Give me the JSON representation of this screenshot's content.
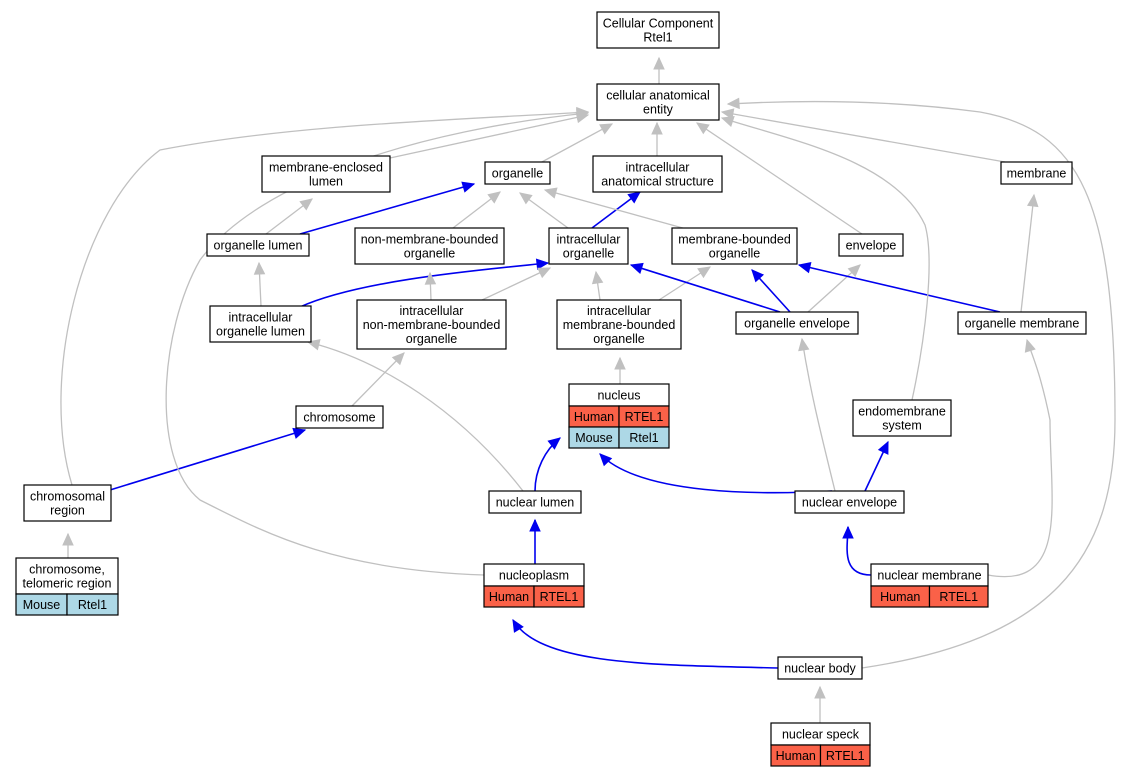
{
  "colors": {
    "human": "#fa6148",
    "mouse": "#add8e6",
    "is_a_edge": "#c0c0c0",
    "part_of_edge": "#0000ee"
  },
  "nodes": {
    "root": {
      "lines": [
        "Cellular Component",
        "Rtel1"
      ]
    },
    "cae": {
      "lines": [
        "cellular anatomical",
        "entity"
      ]
    },
    "mel": {
      "lines": [
        "membrane-enclosed",
        "lumen"
      ]
    },
    "organelle": {
      "lines": [
        "organelle"
      ]
    },
    "ias": {
      "lines": [
        "intracellular",
        "anatomical structure"
      ]
    },
    "membrane": {
      "lines": [
        "membrane"
      ]
    },
    "ol": {
      "lines": [
        "organelle lumen"
      ]
    },
    "nmbo": {
      "lines": [
        "non-membrane-bounded",
        "organelle"
      ]
    },
    "io": {
      "lines": [
        "intracellular",
        "organelle"
      ]
    },
    "mbo": {
      "lines": [
        "membrane-bounded",
        "organelle"
      ]
    },
    "envelope": {
      "lines": [
        "envelope"
      ]
    },
    "iol": {
      "lines": [
        "intracellular",
        "organelle lumen"
      ]
    },
    "inmbo": {
      "lines": [
        "intracellular",
        "non-membrane-bounded",
        "organelle"
      ]
    },
    "imbo": {
      "lines": [
        "intracellular",
        "membrane-bounded",
        "organelle"
      ]
    },
    "oenv": {
      "lines": [
        "organelle envelope"
      ]
    },
    "omem": {
      "lines": [
        "organelle membrane"
      ]
    },
    "nucleus": {
      "lines": [
        "nucleus"
      ],
      "rows": [
        [
          "Human",
          "RTEL1"
        ],
        [
          "Mouse",
          "Rtel1"
        ]
      ]
    },
    "chromosome": {
      "lines": [
        "chromosome"
      ]
    },
    "ems": {
      "lines": [
        "endomembrane",
        "system"
      ]
    },
    "chreg": {
      "lines": [
        "chromosomal",
        "region"
      ]
    },
    "nlumen": {
      "lines": [
        "nuclear lumen"
      ]
    },
    "nenv": {
      "lines": [
        "nuclear envelope"
      ]
    },
    "telo": {
      "lines": [
        "chromosome,",
        "telomeric region"
      ],
      "rows": [
        [
          "Mouse",
          "Rtel1"
        ]
      ]
    },
    "nplasm": {
      "lines": [
        "nucleoplasm"
      ],
      "rows": [
        [
          "Human",
          "RTEL1"
        ]
      ]
    },
    "nmem": {
      "lines": [
        "nuclear membrane"
      ],
      "rows": [
        [
          "Human",
          "RTEL1"
        ]
      ]
    },
    "nbody": {
      "lines": [
        "nuclear body"
      ]
    },
    "nspeck": {
      "lines": [
        "nuclear speck"
      ],
      "rows": [
        [
          "Human",
          "RTEL1"
        ]
      ]
    }
  }
}
